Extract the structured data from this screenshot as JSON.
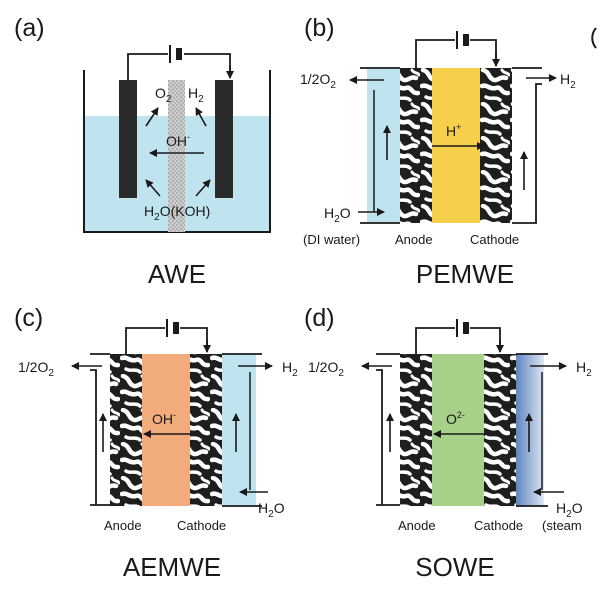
{
  "colors": {
    "electrolyte": "#bfe4ef",
    "pem_membrane": "#f6cf4b",
    "aem_membrane": "#f2ab7a",
    "sowe_membrane": "#a7d089",
    "steam_gradient": "#5f86c2",
    "electrode_dark": "#2b2b2b",
    "separator": "#bdbdbd"
  },
  "panels": {
    "a": {
      "letter": "(a)",
      "caption": "AWE",
      "o2": "O",
      "o2_sub": "2",
      "h2": "H",
      "h2_sub": "2",
      "ion": "OH",
      "ion_sup": "-",
      "feed": "H",
      "feed_sub": "2",
      "feed_rest": "O(KOH)"
    },
    "b": {
      "letter": "(b)",
      "caption": "PEMWE",
      "out_left": "1/2O",
      "out_left_sub": "2",
      "out_right": "H",
      "out_right_sub": "2",
      "ion": "H",
      "ion_sup": "+",
      "feed": "H",
      "feed_sub": "2",
      "feed_rest": "O",
      "feed_note": "(DI water)",
      "anode": "Anode",
      "cathode": "Cathode"
    },
    "c": {
      "letter": "(c)",
      "caption": "AEMWE",
      "out_left": "1/2O",
      "out_left_sub": "2",
      "out_right": "H",
      "out_right_sub": "2",
      "ion": "OH",
      "ion_sup": "-",
      "feed": "H",
      "feed_sub": "2",
      "feed_rest": "O",
      "anode": "Anode",
      "cathode": "Cathode"
    },
    "d": {
      "letter": "(d)",
      "caption": "SOWE",
      "out_left": "1/2O",
      "out_left_sub": "2",
      "out_right": "H",
      "out_right_sub": "2",
      "ion": "O",
      "ion_sup": "2-",
      "feed": "H",
      "feed_sub": "2",
      "feed_rest": "O",
      "feed_note": "(steam",
      "anode": "Anode",
      "cathode": "Cathode"
    }
  }
}
